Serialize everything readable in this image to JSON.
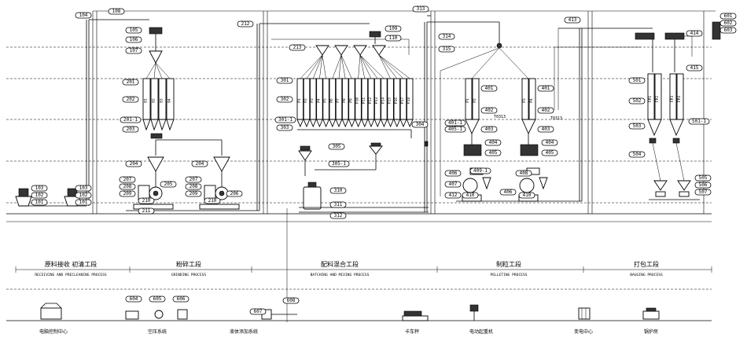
{
  "callouts": {
    "c101": "101",
    "c102": "102",
    "c103": "103",
    "c104": "104",
    "c105": "105",
    "c106": "106",
    "c107": "107",
    "c108": "108",
    "c109": "109",
    "c110": "110",
    "c201": "201",
    "c202": "202",
    "c203": "203",
    "c204": "204",
    "c205": "205",
    "c206": "206",
    "c207": "207",
    "c208": "208",
    "c209": "209",
    "c210": "210",
    "c211": "211",
    "c212": "212",
    "c213": "213",
    "c201_1": "201-1",
    "c301": "301",
    "c302": "302",
    "c303": "303",
    "c304": "304",
    "c305": "305",
    "c305_1": "305-1",
    "c301_1": "301-1",
    "c310": "310",
    "c311": "311",
    "c312": "312",
    "c313": "313",
    "c314": "314",
    "c315": "315",
    "c401": "401",
    "c402": "402",
    "c403": "403",
    "c404": "404",
    "c405": "405",
    "c406": "406",
    "c407": "407",
    "c408": "408",
    "c409": "409",
    "c410": "410",
    "c412": "412",
    "c413": "413",
    "c414": "414",
    "c415": "415",
    "c401_1": "401-1",
    "c405_1": "405-1",
    "c409_1": "409-1",
    "c501": "501",
    "c502": "502",
    "c503": "503",
    "c504": "504",
    "c505": "505",
    "c506": "506",
    "c507": "507",
    "c501_1": "501-1",
    "c601": "601",
    "c602": "602",
    "c603": "603",
    "c604": "604",
    "c605": "605",
    "c606": "606",
    "c607": "607",
    "c608": "608"
  },
  "bins": {
    "s2": [
      "B1",
      "B2",
      "B3",
      "B4"
    ],
    "s3": [
      "P1",
      "P2",
      "P3",
      "P4",
      "P5",
      "P6",
      "P7",
      "P8",
      "P9",
      "P10",
      "P11",
      "P12",
      "P13",
      "P14",
      "P15",
      "P16",
      "P17",
      "P18"
    ],
    "s4": [
      "P1",
      "P2",
      "P3",
      "P4"
    ],
    "s5": [
      "FP1",
      "FP2",
      "FP3",
      "FP4"
    ]
  },
  "notes": {
    "t1": "T0313",
    "t2": "T0313"
  },
  "sections": [
    {
      "cn": "原料接收  初清工段",
      "en": "RECEIVING AND PRECLEANING PROCESS"
    },
    {
      "cn": "粉碎工段",
      "en": "GRINDING PROCESS"
    },
    {
      "cn": "配料混合工段",
      "en": "BATCHING AND MIXING PROCESS"
    },
    {
      "cn": "制粒工段",
      "en": "PELLETING PROCESS"
    },
    {
      "cn": "打包工段",
      "en": "BAGGING  PROCESS"
    }
  ],
  "aux": {
    "control": "电脑控制中心",
    "air": "空压系统",
    "oil": "液体添加系统",
    "scale": "卡车秤",
    "hoist": "电动起重机",
    "power": "变电中心",
    "boiler": "锅炉房"
  }
}
